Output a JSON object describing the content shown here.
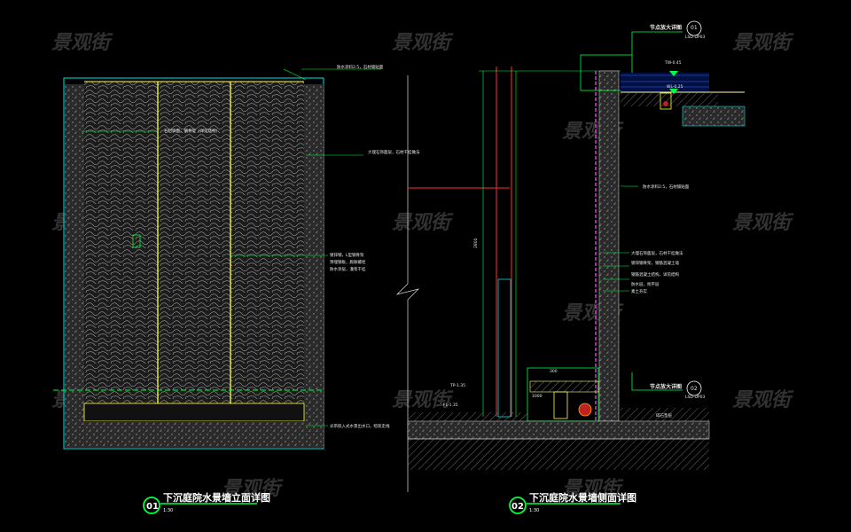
{
  "watermark": "景观街",
  "drawing1": {
    "number": "01",
    "title": "下沉庭院水景墙立面详图",
    "scale": "1:30",
    "notes": [
      "防水涂料2:5，石材铺贴面",
      "石材饰面，钢骨架（详见结构）",
      "大理石饰面层，石材干挂做法",
      "镀锌钢，L型钢骨架",
      "预埋钢板，膨胀螺栓",
      "防水涂层，灌浆干挂",
      "光带嵌入式水景出水口，暗装走线"
    ]
  },
  "drawing2": {
    "number": "02",
    "title": "下沉庭院水景墙侧面详图",
    "scale": "1:30",
    "callout_top": {
      "label": "节点放大详图",
      "number": "01",
      "ref": "LSD-DP03"
    },
    "callout_bottom": {
      "label": "节点放大详图",
      "number": "02",
      "ref": "LSD-DP03"
    },
    "levels": [
      "TW-0.45",
      "WL-0.25",
      "TP-1.35",
      "FL-1.35"
    ],
    "dims": [
      "2800",
      "300",
      "1000"
    ],
    "notes": [
      "防水涂料2:5，石材铺贴面",
      "大理石饰面层，石材干挂做法",
      "镀锌钢骨架，钢筋混凝土墙",
      "钢筋混凝土结构，详见结构",
      "防水层，找平层",
      "素土夯实",
      "碎石垫层"
    ]
  }
}
